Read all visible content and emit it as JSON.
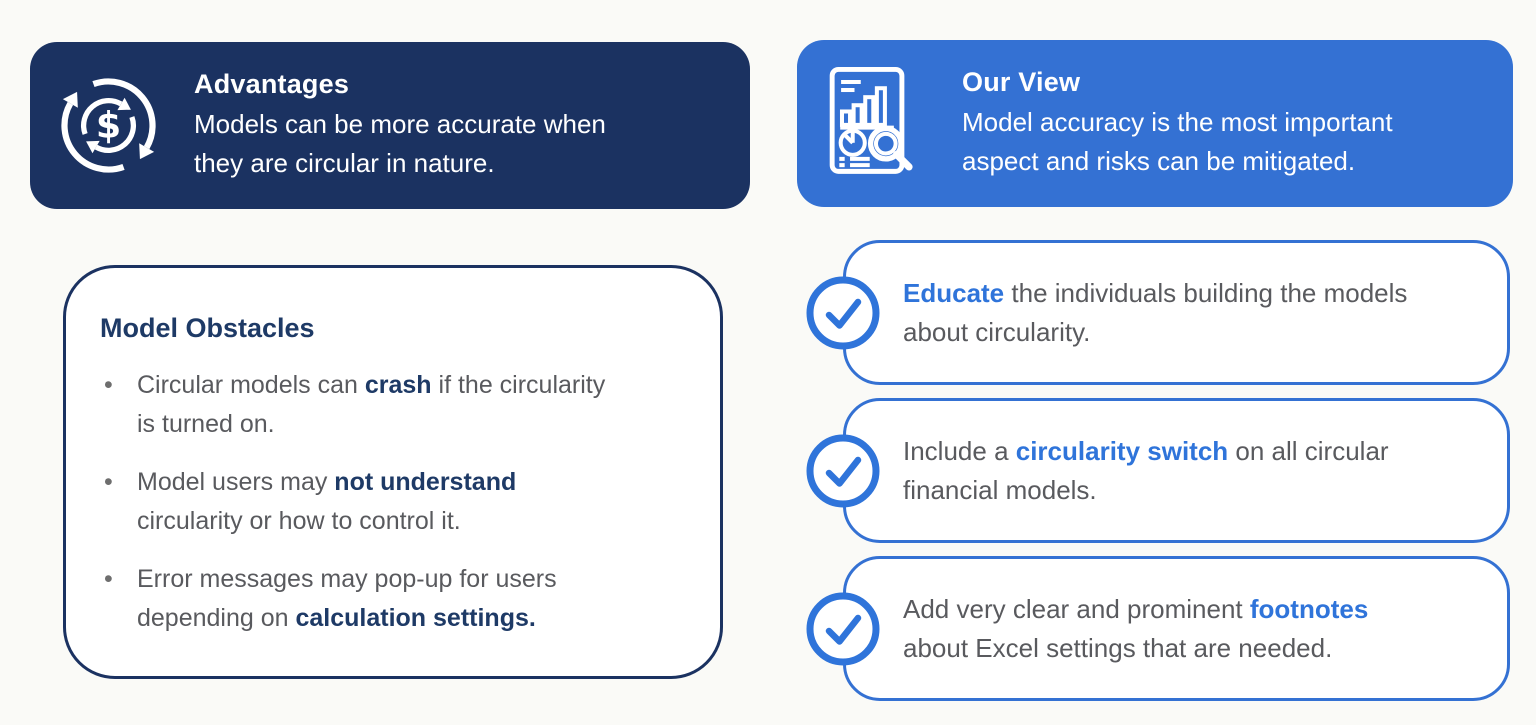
{
  "palette": {
    "background": "#FAFAF7",
    "navy": "#1B3261",
    "navy_text": "#1E3A66",
    "blue": "#3471D3",
    "accent_blue": "#2F74DA",
    "body_gray": "#595A5E",
    "card_white": "#FFFFFF"
  },
  "advantages": {
    "icon": "circular-dollar-icon",
    "title": "Advantages",
    "body": "Models can be more accurate when\nthey are circular in nature."
  },
  "our_view": {
    "icon": "report-magnifier-icon",
    "title": "Our View",
    "body": "Model accuracy is the most important\naspect and risks can be mitigated."
  },
  "obstacles": {
    "title": "Model Obstacles",
    "bullet_glyph": "•",
    "items": [
      {
        "segments": [
          {
            "t": "Circular models can "
          },
          {
            "t": "crash",
            "b": true
          },
          {
            "t": " if the circularity\nis turned on."
          }
        ]
      },
      {
        "segments": [
          {
            "t": "Model users may "
          },
          {
            "t": "not understand",
            "b": true
          },
          {
            "t": "\ncircularity or how to control it."
          }
        ]
      },
      {
        "segments": [
          {
            "t": "Error messages may pop-up for users\ndepending on "
          },
          {
            "t": "calculation settings.",
            "b": true
          }
        ]
      }
    ]
  },
  "recommendations": {
    "check_icon": "check-circle-icon",
    "items": [
      {
        "segments": [
          {
            "t": "Educate",
            "b": true
          },
          {
            "t": " the individuals building the models\nabout circularity."
          }
        ]
      },
      {
        "segments": [
          {
            "t": "Include a "
          },
          {
            "t": "circularity switch",
            "b": true
          },
          {
            "t": " on all circular\nfinancial models."
          }
        ]
      },
      {
        "segments": [
          {
            "t": "Add very clear and prominent "
          },
          {
            "t": "footnotes",
            "b": true
          },
          {
            "t": "\nabout Excel settings that are needed."
          }
        ]
      }
    ]
  }
}
